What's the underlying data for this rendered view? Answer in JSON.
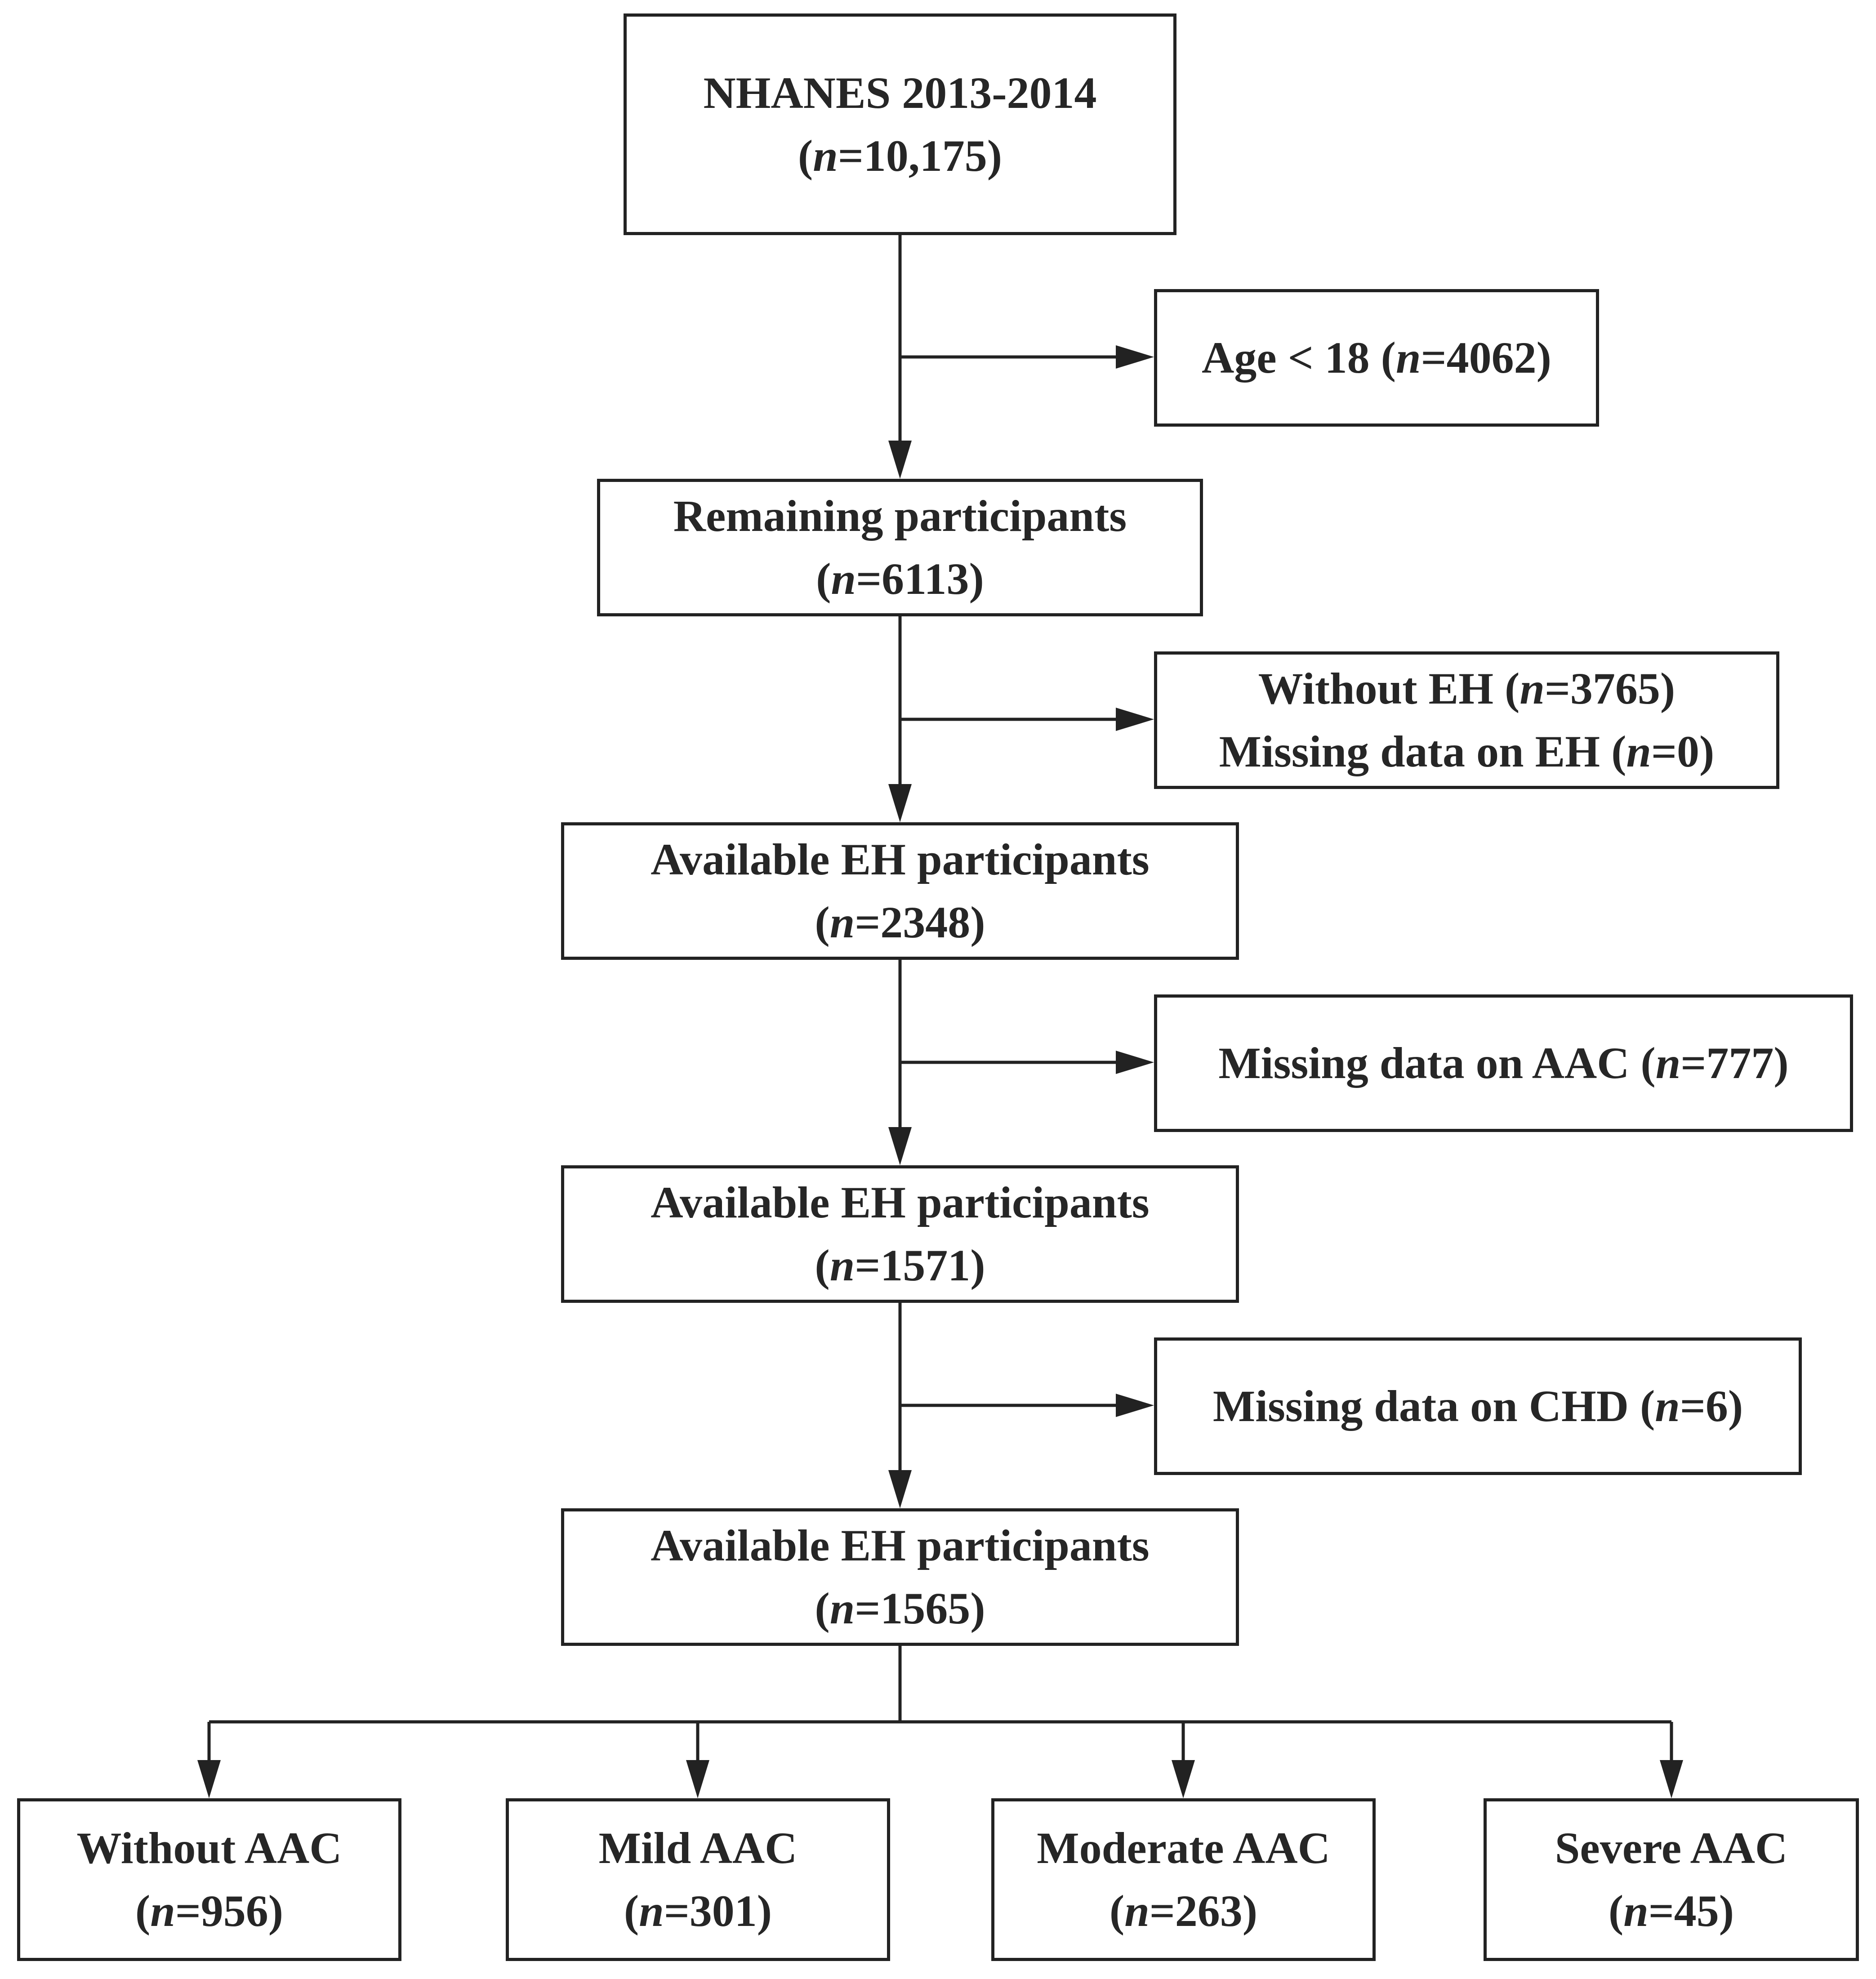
{
  "colors": {
    "stroke": "#222222",
    "text": "#262626",
    "background": "#ffffff"
  },
  "main": [
    {
      "id": "start",
      "line1": "NHANES 2013-2014",
      "count": "=10,175)"
    },
    {
      "id": "remaining",
      "line1": "Remaining participants",
      "count": "=6113)"
    },
    {
      "id": "available-1",
      "line1": "Available EH participants",
      "count": "=2348)"
    },
    {
      "id": "available-2",
      "line1": "Available EH participants",
      "count": "=1571)"
    },
    {
      "id": "available-3",
      "line1": "Available EH participants",
      "count": "=1565)"
    }
  ],
  "exclusions": [
    {
      "id": "age",
      "lines": [
        {
          "pre": "Age < 18 (",
          "post": "=4062)"
        }
      ]
    },
    {
      "id": "eh",
      "lines": [
        {
          "pre": "Without EH (",
          "post": "=3765)"
        },
        {
          "pre": "Missing data on EH (",
          "post": "=0)"
        }
      ]
    },
    {
      "id": "aac",
      "lines": [
        {
          "pre": "Missing data on AAC (",
          "post": "=777)"
        }
      ]
    },
    {
      "id": "chd",
      "lines": [
        {
          "pre": "Missing data on CHD (",
          "post": "=6)"
        }
      ]
    }
  ],
  "groups": [
    {
      "id": "without-aac",
      "label": "Without AAC",
      "count": "=956)"
    },
    {
      "id": "mild-aac",
      "label": "Mild AAC",
      "count": "=301)"
    },
    {
      "id": "moderate-aac",
      "label": "Moderate AAC",
      "count": "=263)"
    },
    {
      "id": "severe-aac",
      "label": "Severe AAC",
      "count": "=45)"
    }
  ],
  "n_symbol": "n",
  "open_paren": "("
}
